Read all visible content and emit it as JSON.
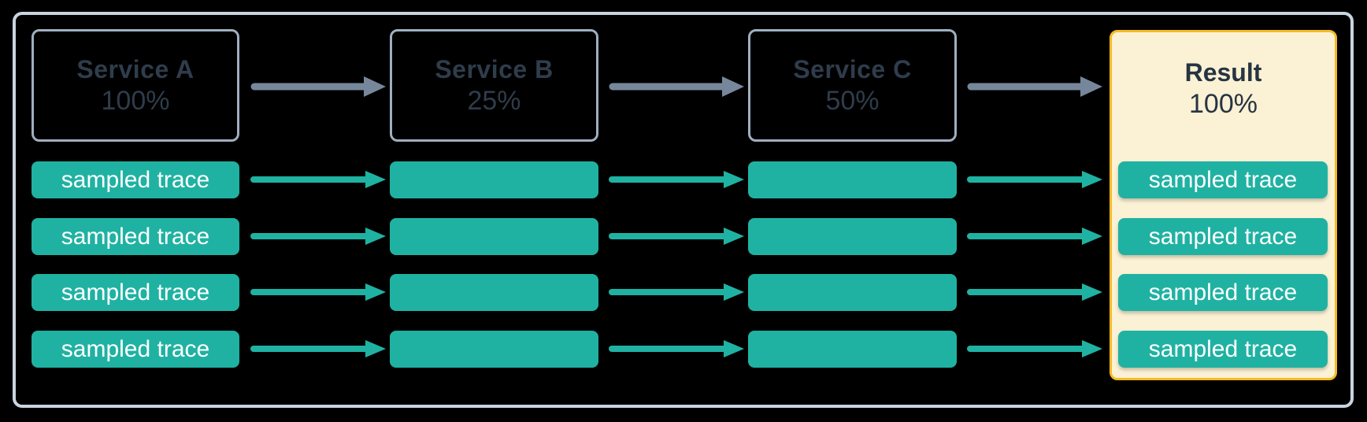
{
  "diagram": {
    "columns": [
      {
        "id": "service-a",
        "title": "Service A",
        "percent": "100%",
        "traces": [
          "sampled trace",
          "sampled trace",
          "sampled trace",
          "sampled trace"
        ]
      },
      {
        "id": "service-b",
        "title": "Service B",
        "percent": "25%",
        "traces": [
          "",
          "",
          "",
          ""
        ]
      },
      {
        "id": "service-c",
        "title": "Service C",
        "percent": "50%",
        "traces": [
          "",
          "",
          "",
          ""
        ]
      },
      {
        "id": "result",
        "title": "Result",
        "percent": "100%",
        "traces": [
          "sampled trace",
          "sampled trace",
          "sampled trace",
          "sampled trace"
        ]
      }
    ]
  },
  "colors": {
    "bg": "#000000",
    "frame-border": "#c9d4e0",
    "service-border": "#9fafc0",
    "service-text": "#2f3c4b",
    "trace-teal": "#1fb2a2",
    "trace-text": "#ffffff",
    "arrow-gray": "#76879b",
    "result-bg": "#fbf1d4",
    "result-border": "#f4ba27",
    "result-text": "#263442"
  }
}
